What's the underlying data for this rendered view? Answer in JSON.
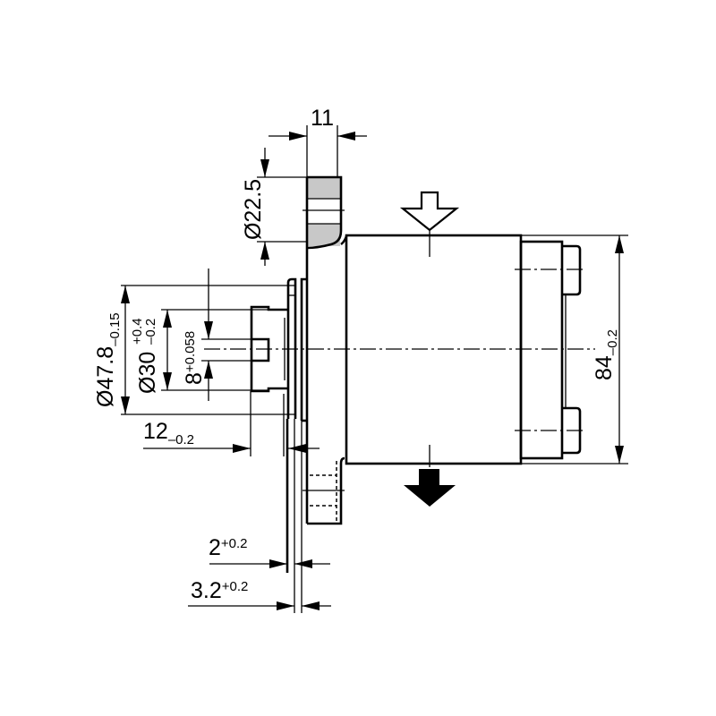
{
  "title": "Gear pump dimensional drawing",
  "dimensions": {
    "flange_width": "11",
    "port_diameter": "Ø22.5",
    "pilot_diameter": {
      "value": "Ø47.8",
      "tol": "–0.15"
    },
    "shaft_diameter": {
      "value": "Ø30",
      "tol_upper": "+0.4",
      "tol_lower": "–0.2"
    },
    "key_width": {
      "value": "8",
      "tol": "+0.058"
    },
    "shaft_length": {
      "value": "12",
      "tol": "–0.2"
    },
    "body_height": {
      "value": "84",
      "tol": "–0.2"
    },
    "gap_2": {
      "value": "2",
      "tol": "+0.2"
    },
    "gap_3_2": {
      "value": "3.2",
      "tol": "+0.2"
    }
  },
  "flow": {
    "inlet_icon": "hollow-down-arrow",
    "outlet_icon": "filled-down-arrow"
  },
  "colors": {
    "line": "#000000",
    "hatch": "#c8c8c8"
  }
}
